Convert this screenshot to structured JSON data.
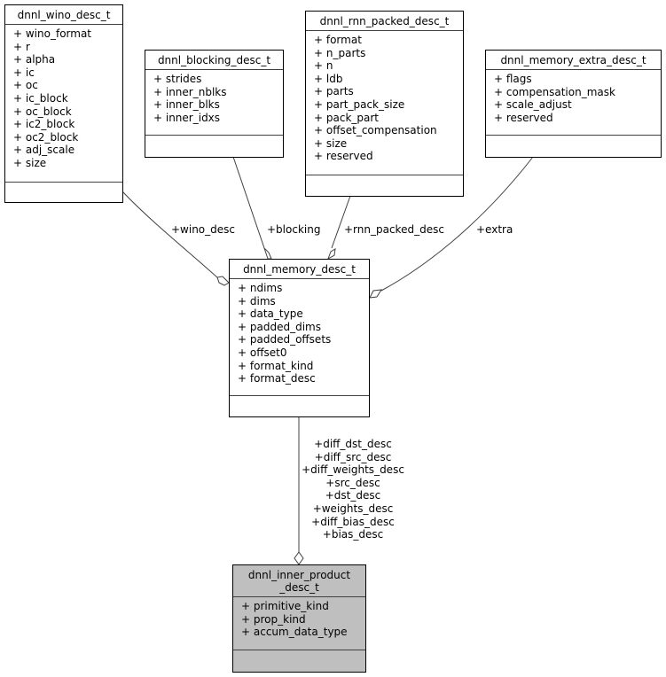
{
  "classes": {
    "wino": {
      "name": "dnnl_wino_desc_t",
      "attributes": [
        "+ wino_format",
        "+ r",
        "+ alpha",
        "+ ic",
        "+ oc",
        "+ ic_block",
        "+ oc_block",
        "+ ic2_block",
        "+ oc2_block",
        "+ adj_scale",
        "+ size"
      ]
    },
    "blocking": {
      "name": "dnnl_blocking_desc_t",
      "attributes": [
        "+ strides",
        "+ inner_nblks",
        "+ inner_blks",
        "+ inner_idxs"
      ]
    },
    "rnn": {
      "name": "dnnl_rnn_packed_desc_t",
      "attributes": [
        "+ format",
        "+ n_parts",
        "+ n",
        "+ ldb",
        "+ parts",
        "+ part_pack_size",
        "+ pack_part",
        "+ offset_compensation",
        "+ size",
        "+ reserved"
      ]
    },
    "extra": {
      "name": "dnnl_memory_extra_desc_t",
      "attributes": [
        "+ flags",
        "+ compensation_mask",
        "+ scale_adjust",
        "+ reserved"
      ]
    },
    "memory": {
      "name": "dnnl_memory_desc_t",
      "attributes": [
        "+ ndims",
        "+ dims",
        "+ data_type",
        "+ padded_dims",
        "+ padded_offsets",
        "+ offset0",
        "+ format_kind",
        "+ format_desc"
      ]
    },
    "inner": {
      "name": "dnnl_inner_product\n_desc_t",
      "attributes": [
        "+ primitive_kind",
        "+ prop_kind",
        "+ accum_data_type"
      ]
    }
  },
  "edges": {
    "wino_desc": "+wino_desc",
    "blocking": "+blocking",
    "rnn_packed_desc": "+rnn_packed_desc",
    "extra": "+extra",
    "memory_to_inner": [
      "+diff_dst_desc",
      "+diff_src_desc",
      "+diff_weights_desc",
      "+src_desc",
      "+dst_desc",
      "+weights_desc",
      "+diff_bias_desc",
      "+bias_desc"
    ]
  },
  "colors": {
    "focus_fill": "#bfbfbf",
    "edge": "#404040",
    "box_fill": "#ffffff"
  }
}
